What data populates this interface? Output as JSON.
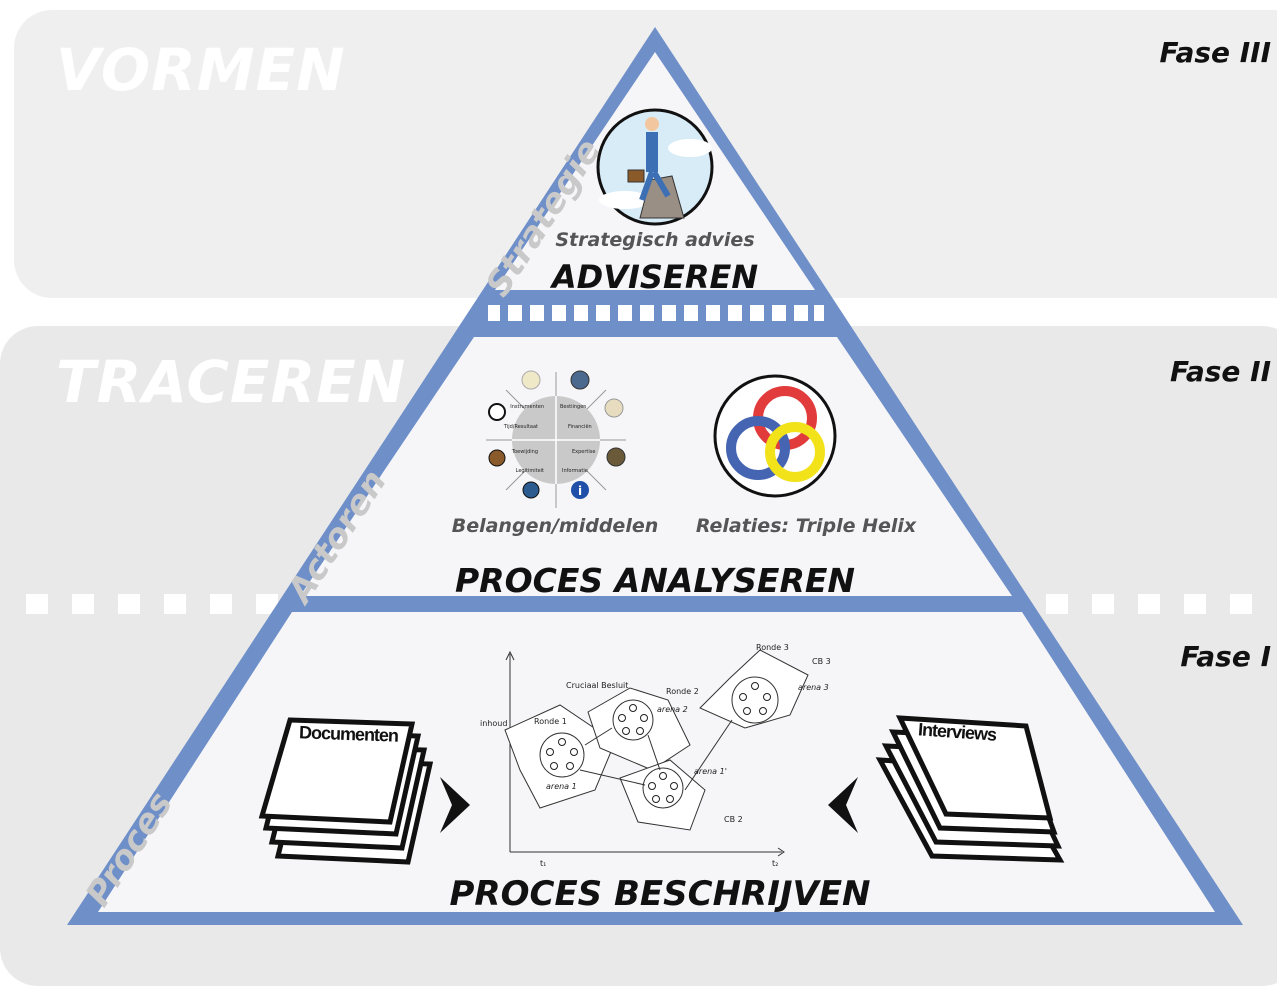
{
  "phases": {
    "top": {
      "band_word": "VORMEN",
      "fase": "Fase III"
    },
    "middle": {
      "band_word": "TRACEREN",
      "fase": "Fase II"
    },
    "bottom": {
      "fase": "Fase I"
    }
  },
  "side_words": {
    "top": "Strategie",
    "middle": "Actoren",
    "bottom": "Proces"
  },
  "layers": {
    "top": {
      "caption": "Strategisch advies",
      "title": "ADVISEREN"
    },
    "middle": {
      "caption_left": "Belangen/middelen",
      "caption_right": "Relaties: Triple Helix",
      "title": "PROCES ANALYSEREN",
      "wheel_labels": [
        "Instrumenten",
        "Bestiingen",
        "Tijd/Resultaat",
        "Financiën",
        "Toewijding",
        "Expertise",
        "Legitimiteit",
        "Informatie"
      ]
    },
    "bottom": {
      "title": "PROCES BESCHRIJVEN",
      "documents_label": "Documenten",
      "interviews_label": "Interviews",
      "chart_labels": {
        "yaxis": "inhoud",
        "ronde1": "Ronde 1",
        "ronde2": "Ronde 2",
        "ronde3": "Ronde 3",
        "arena1": "arena 1",
        "arena2": "arena 2",
        "arena3": "arena 3",
        "arena1b": "arena 1'",
        "cb2": "CB 2",
        "cb3": "CB 3",
        "cruciaal": "Cruciaal Besluit",
        "t1": "t₁",
        "t2": "t₂"
      }
    }
  },
  "colors": {
    "frame": "#6f8fc9",
    "band_top": "#efefef",
    "band_mid": "#e9e9e9",
    "fill": "#f6f6f9"
  }
}
